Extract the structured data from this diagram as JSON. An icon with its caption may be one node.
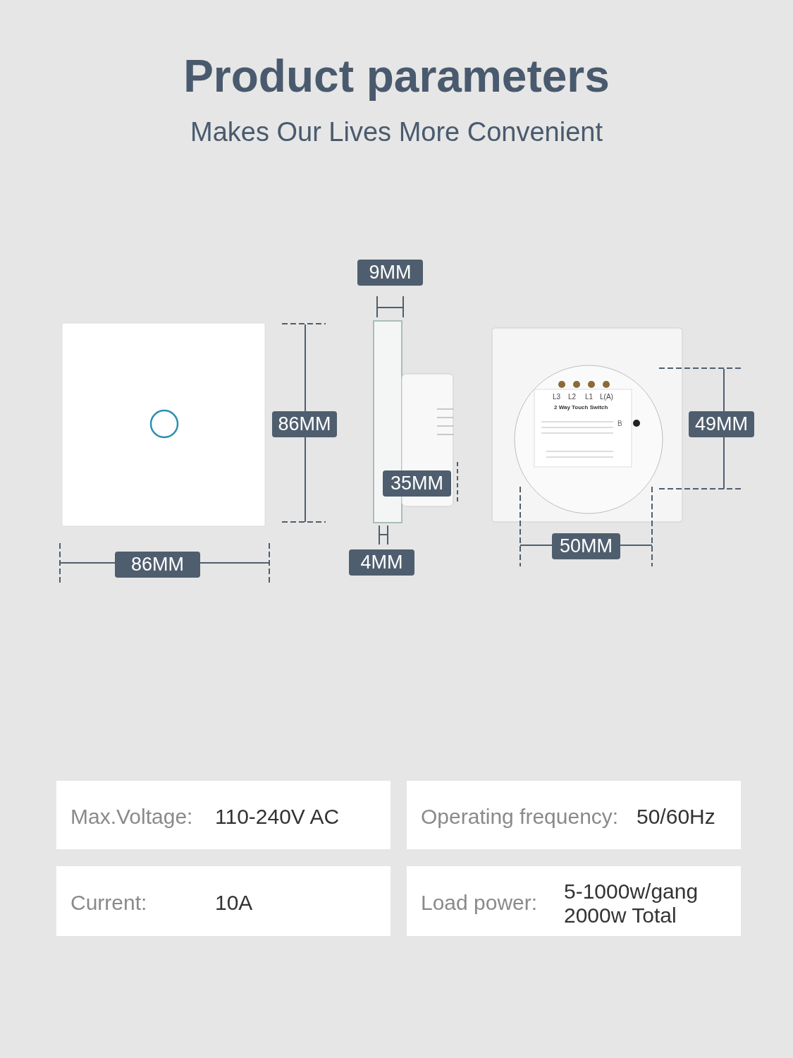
{
  "diagram": {
    "title": "Product parameters",
    "labels": [
      "Makes Our Lives More Convenient",
      "9MM",
      "L3",
      "L2",
      "L1",
      "L(A)",
      "2 Way Touch Switch",
      "B",
      "86MM",
      "49MM",
      "35MM",
      "50MM",
      "86MM",
      "4MM",
      "Max.Voltage:",
      "110-240V AC",
      "Operating frequency:",
      "50/60Hz",
      "Current:",
      "10A",
      "Load power:",
      "5-1000w/gang 2000w Total"
    ]
  }
}
